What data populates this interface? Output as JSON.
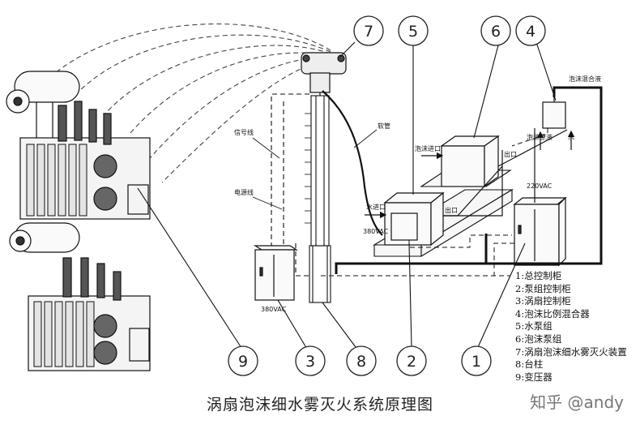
{
  "title": "涡扇泡沫细水雾灭火系统原理图",
  "watermark": "知乎 @andy",
  "callouts": [
    "1",
    "2",
    "3",
    "4",
    "5",
    "6",
    "7",
    "8",
    "9"
  ],
  "legend": [
    "1:总控制柜",
    "2:泵组控制柜",
    "3:涡扇控制柜",
    "4:泡沫比例混合器",
    "5:水泵组",
    "6:泡沫泵组",
    "7:涡扇泡沫细水雾灭火装置",
    "8:台柱",
    "9:变压器"
  ],
  "labels": {
    "signal_line": "信号线",
    "power_line": "电源线",
    "hose": "软管",
    "foam_mix": "泡沫混合液",
    "foam_stock": "泡沫原液",
    "water": "水",
    "foam_inlet": "泡沫进口",
    "outlet_upper": "出口",
    "water_inlet": "水进口",
    "outlet_lower": "出口",
    "v380_pump": "380VAC",
    "v380_cabinet": "380VAC",
    "v220": "220VAC"
  }
}
